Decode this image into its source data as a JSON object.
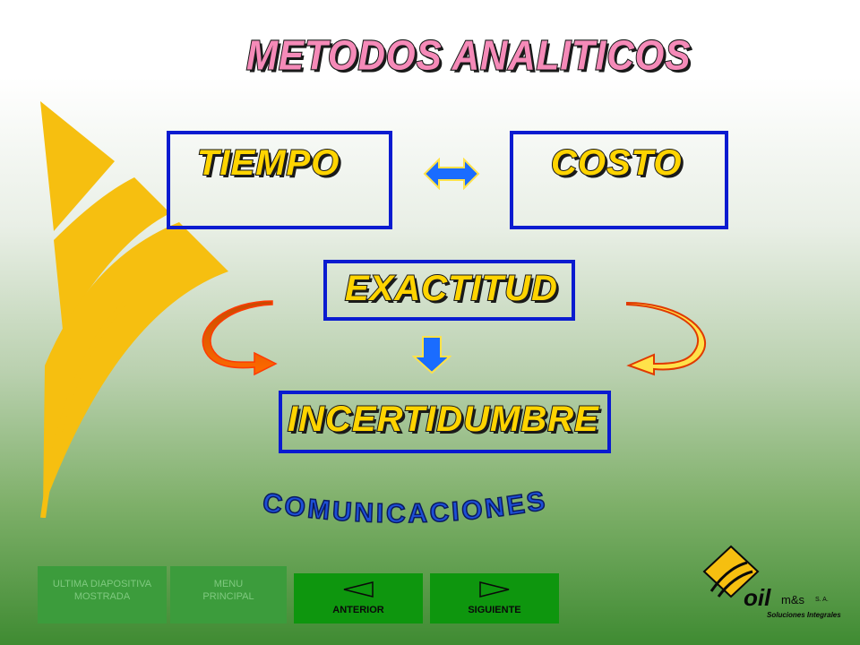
{
  "slide": {
    "title": "METODOS ANALITICOS",
    "boxes": {
      "tiempo": "TIEMPO",
      "costo": "COSTO",
      "exactitud": "EXACTITUD",
      "incertidumbre": "INCERTIDUMBRE"
    },
    "footer_word": "COMUNICACIONES"
  },
  "nav": {
    "last_slide_label": "ULTIMA DIAPOSITIVA MOSTRADA",
    "main_menu_label": "MENU PRINCIPAL",
    "previous_label": "ANTERIOR",
    "next_label": "SIGUIENTE"
  },
  "logo": {
    "brand": "oil",
    "suffix": "m&s",
    "sa": "S. A.",
    "tagline": "Soluciones Integrales"
  },
  "colors": {
    "box_border": "#0a1bd0",
    "title_fill": "#f58ab8",
    "box_text_fill": "#ffd400",
    "comunicaciones_fill": "#1d4fd6",
    "nav_active": "#0e960e",
    "nav_inactive": "#3c9c3c"
  },
  "icons": [
    "double-arrow-icon",
    "down-arrow-icon",
    "curved-arrow-left-icon",
    "curved-arrow-right-icon",
    "triangle-left-icon",
    "triangle-right-icon"
  ]
}
